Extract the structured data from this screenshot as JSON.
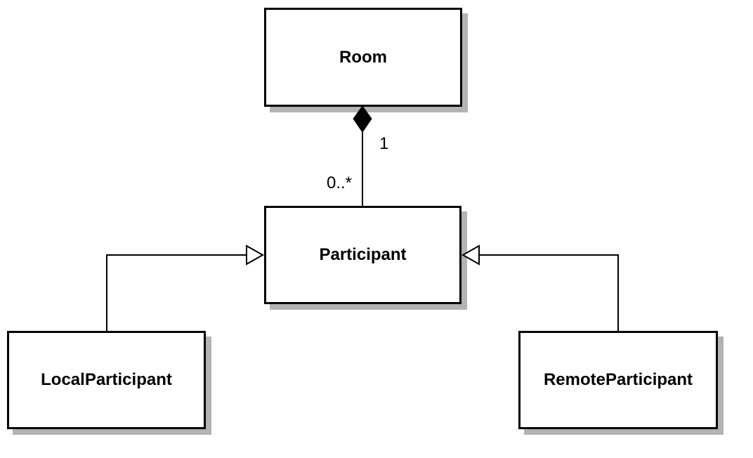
{
  "diagram": {
    "kind": "uml-class-diagram",
    "background_color": "#ffffff",
    "box_border_color": "#000000",
    "box_fill_color": "#ffffff",
    "shadow_color": "#b3b3b3",
    "classes": [
      {
        "id": "room",
        "label": "Room"
      },
      {
        "id": "participant",
        "label": "Participant"
      },
      {
        "id": "local-participant",
        "label": "LocalParticipant"
      },
      {
        "id": "remote-participant",
        "label": "RemoteParticipant"
      }
    ],
    "relationships": [
      {
        "type": "composition",
        "from": "Room",
        "to": "Participant",
        "from_multiplicity": "1",
        "to_multiplicity": "0..*"
      },
      {
        "type": "inheritance",
        "from": "LocalParticipant",
        "to": "Participant"
      },
      {
        "type": "inheritance",
        "from": "RemoteParticipant",
        "to": "Participant"
      }
    ]
  }
}
